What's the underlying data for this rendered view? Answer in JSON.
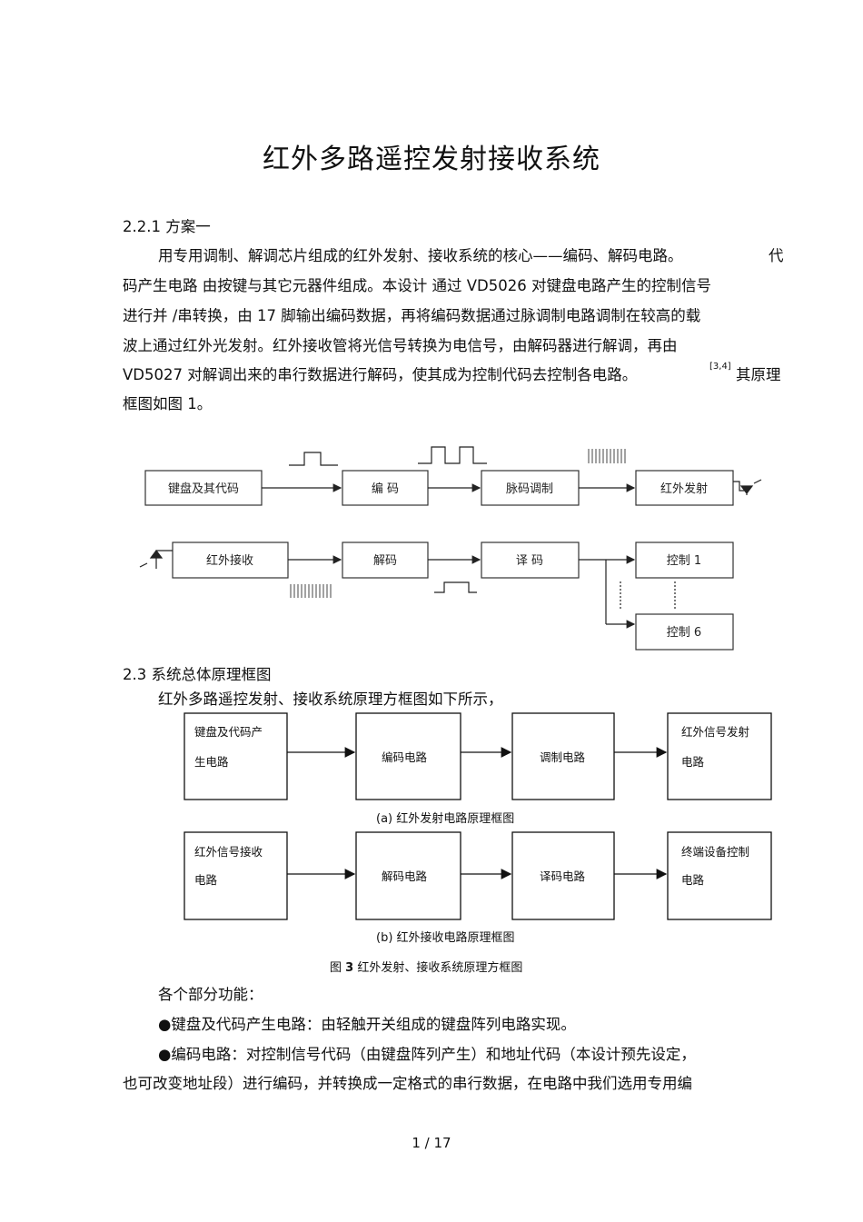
{
  "doc": {
    "title": "红外多路遥控发射接收系统",
    "section_221": "2.2.1 方案一",
    "para1": [
      "用专用调制、解调芯片组成的红外发射、接收系统的核心——编码、解码电路。",
      "代",
      "码产生电路 由按键与其它元器件组成。本设计  通过  VD5026 对键盘电路产生的控制信号",
      "进行并 /串转换，由  17 脚输出编码数据，再将编码数据通过脉调制电路调制在较高的载",
      "波上通过红外光发射。红外接收管将光信号转换为电信号，由解码器进行解调，再由",
      "VD5027 对解调出来的串行数据进行解码，使其成为控制代码去控制各电路。",
      "[3,4]",
      "其原理",
      "框图如图  1。"
    ],
    "section_23": "2.3  系统总体原理框图",
    "intro_23": "红外多路遥控发射、接收系统原理方框图如下所示，",
    "fig1": {
      "tx": [
        "键盘及其代码",
        "编  码",
        "脉码调制",
        "红外发射"
      ],
      "rx": [
        "红外接收",
        "解码",
        "译  码"
      ],
      "outputs": [
        "控制 1",
        "控制 6"
      ]
    },
    "fig3": {
      "a_blocks": [
        [
          "键盘及代码产",
          "生电路"
        ],
        [
          "编码电路"
        ],
        [
          "调制电路"
        ],
        [
          "红外信号发射",
          "电路"
        ]
      ],
      "a_caption": "(a)  红外发射电路原理框图",
      "b_blocks": [
        [
          "红外信号接收",
          "电路"
        ],
        [
          "解码电路"
        ],
        [
          "译码电路"
        ],
        [
          "终端设备控制",
          "电路"
        ]
      ],
      "b_caption": "(b)  红外接收电路原理框图",
      "figure_caption_prefix": "图 ",
      "figure_caption_num": "3",
      "figure_caption_text": "  红外发射、接收系统原理方框图"
    },
    "functions_heading": "各个部分功能：",
    "bullet1": "●键盘及代码产生电路：由轻触开关组成的键盘阵列电路实现。",
    "bullet2": [
      "●编码电路：对控制信号代码（由键盘阵列产生）和地址代码（本设计预先设定，",
      "也可改变地址段）进行编码，并转换成一定格式的串行数据，在电路中我们选用专用编"
    ],
    "page_number": "1 / 17"
  }
}
